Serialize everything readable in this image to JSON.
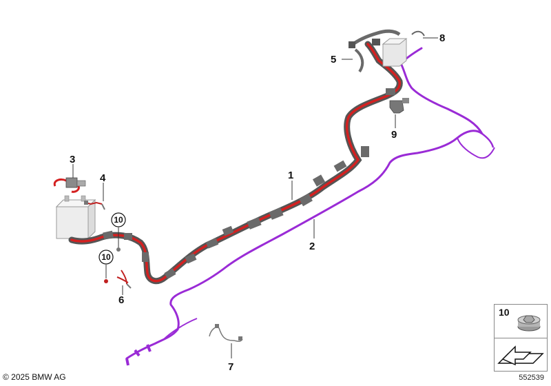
{
  "callouts": {
    "c1": "1",
    "c2": "2",
    "c3": "3",
    "c4": "4",
    "c5": "5",
    "c6": "6",
    "c7": "7",
    "c8": "8",
    "c9": "9",
    "c10a": "10",
    "c10b": "10"
  },
  "legend": {
    "part_number": "10"
  },
  "footer": {
    "copyright": "© 2025 BMW AG",
    "diagram_number": "552539"
  },
  "colors": {
    "positive_cable": "#d42020",
    "signal_cable": "#9a2bd6",
    "part_gray": "#6a6a6a"
  }
}
